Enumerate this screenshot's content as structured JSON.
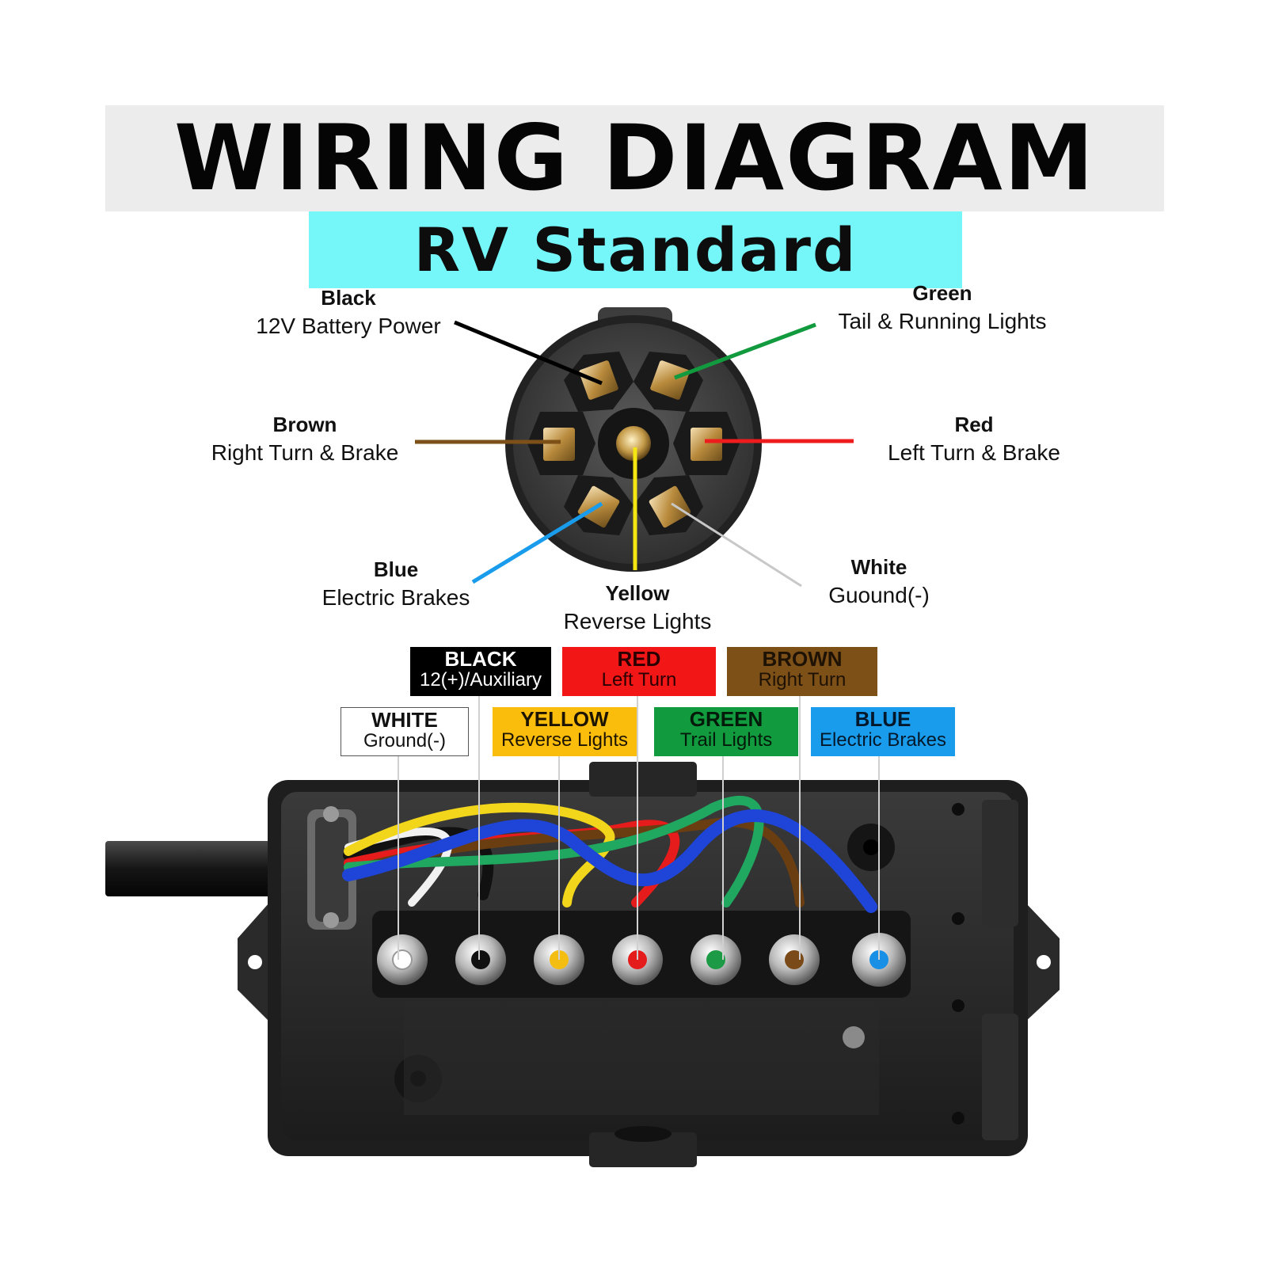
{
  "title": "WIRING DIAGRAM",
  "subtitle": "RV Standard",
  "plug_labels": {
    "black": {
      "color": "Black",
      "function": "12V Battery Power"
    },
    "green": {
      "color": "Green",
      "function": "Tail & Running Lights"
    },
    "brown": {
      "color": "Brown",
      "function": "Right Turn & Brake"
    },
    "red": {
      "color": "Red",
      "function": "Left Turn & Brake"
    },
    "blue": {
      "color": "Blue",
      "function": "Electric Brakes"
    },
    "yellow": {
      "color": "Yellow",
      "function": "Reverse Lights"
    },
    "white": {
      "color": "White",
      "function": "Guound(-)"
    }
  },
  "terminal_tags": {
    "black": {
      "name": "BLACK",
      "desc": "12(+)/Auxiliary"
    },
    "red": {
      "name": "RED",
      "desc": "Left Turn"
    },
    "brown": {
      "name": "BROWN",
      "desc": "Right Turn"
    },
    "white": {
      "name": "WHITE",
      "desc": "Ground(-)"
    },
    "yellow": {
      "name": "YELLOW",
      "desc": "Reverse Lights"
    },
    "green": {
      "name": "GREEN",
      "desc": "Trail Lights"
    },
    "blue": {
      "name": "BLUE",
      "desc": "Electric Brakes"
    }
  },
  "colors": {
    "title_band": "#ececec",
    "subtitle_band": "#75f6f8",
    "black": "#000000",
    "red": "#f21616",
    "brown": "#7d5018",
    "white": "#ffffff",
    "yellow": "#fbbd0c",
    "green": "#119a3e",
    "blue": "#1a9cec"
  }
}
